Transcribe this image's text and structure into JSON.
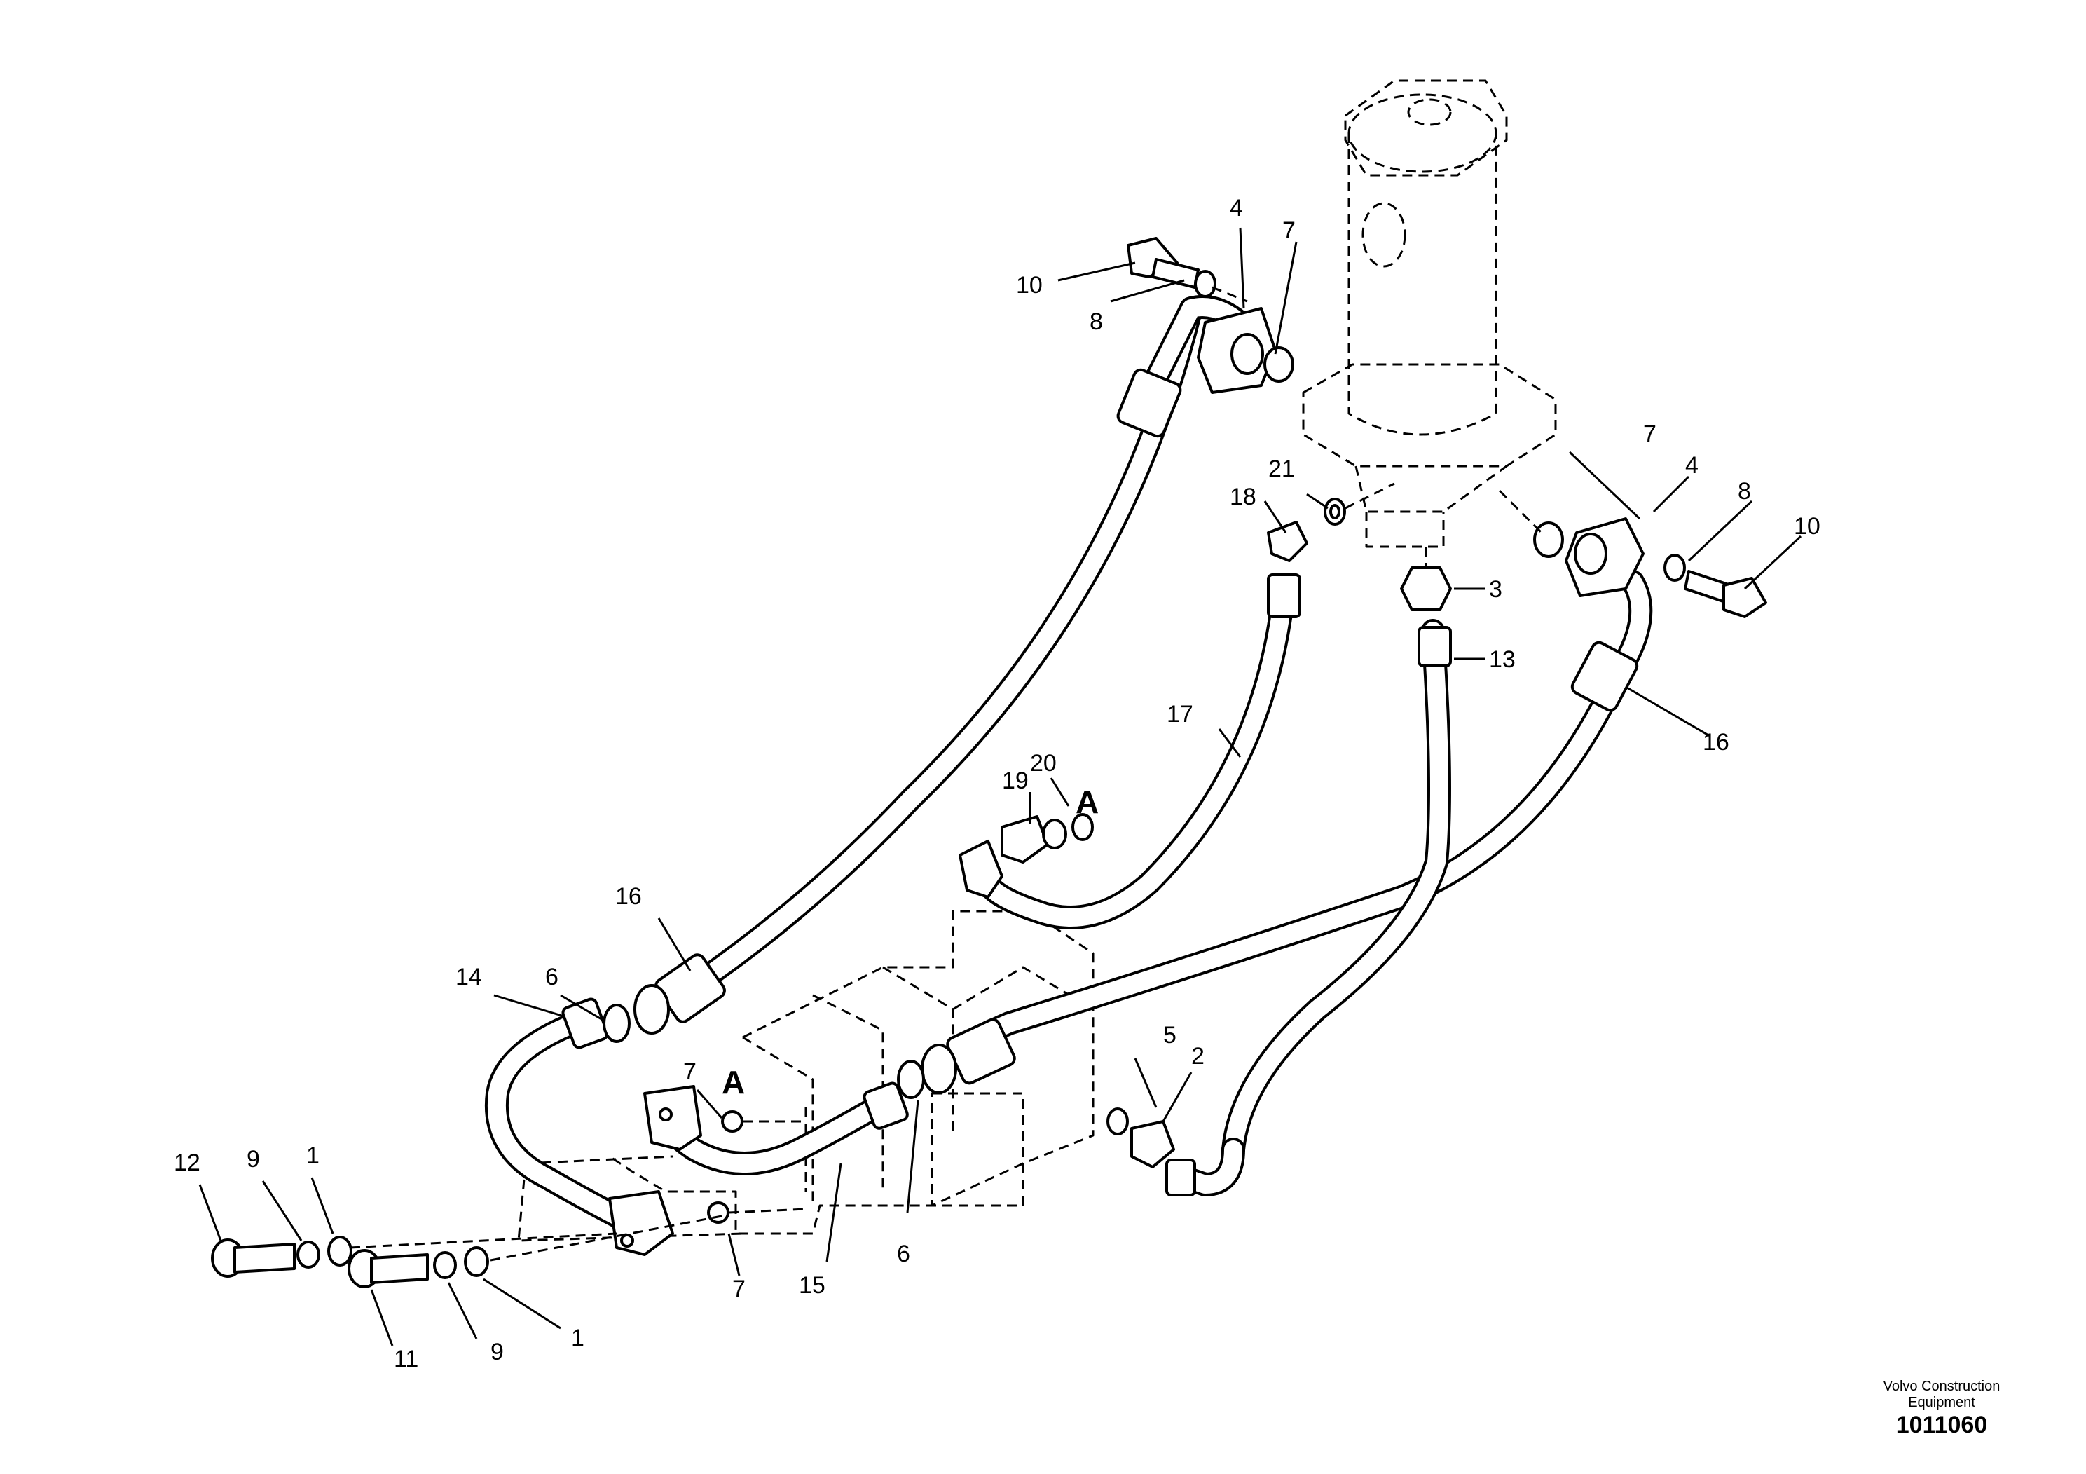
{
  "diagram": {
    "callouts": [
      "1",
      "2",
      "3",
      "4",
      "5",
      "6",
      "7",
      "8",
      "9",
      "10",
      "11",
      "12",
      "13",
      "14",
      "15",
      "16",
      "17",
      "18",
      "19",
      "20",
      "21"
    ],
    "view_marker": "A"
  },
  "credit": {
    "line1": "Volvo Construction",
    "line2": "Equipment",
    "doc_number": "1011060"
  }
}
